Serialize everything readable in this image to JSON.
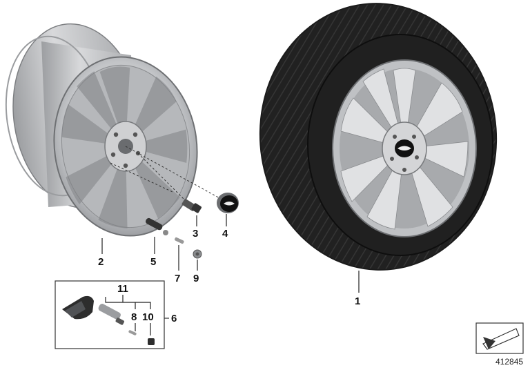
{
  "diagram": {
    "part_number": "412845",
    "callouts": {
      "c1": "1",
      "c2": "2",
      "c3": "3",
      "c4": "4",
      "c5": "5",
      "c6": "6",
      "c7": "7",
      "c8": "8",
      "c9": "9",
      "c10": "10",
      "c11": "11"
    }
  },
  "colors": {
    "rim_silver": "#c9cacc",
    "rim_shadow": "#8e9093",
    "tyre_black": "#1d1d1d",
    "line": "#222222"
  }
}
